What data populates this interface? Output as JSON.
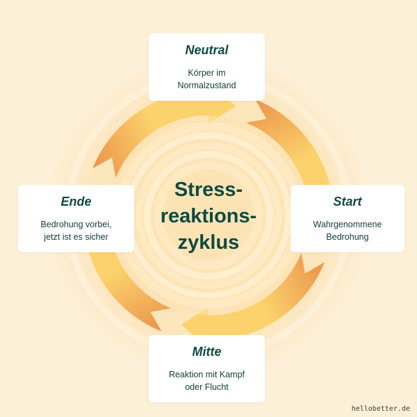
{
  "center": {
    "lines": [
      "Stress-",
      "reaktions-",
      "zyklus"
    ]
  },
  "stages": {
    "neutral": {
      "title": "Neutral",
      "lines": [
        "Körper im",
        "Normalzustand"
      ]
    },
    "start": {
      "title": "Start",
      "lines": [
        "Wahrgenommene",
        "Bedrohung"
      ]
    },
    "mitte": {
      "title": "Mitte",
      "lines": [
        "Reaktion mit Kampf",
        "oder Flucht"
      ]
    },
    "ende": {
      "title": "Ende",
      "lines": [
        "Bedrohung vorbei,",
        "jetzt ist es sicher"
      ]
    }
  },
  "credit": "hellobetter.de",
  "colors": {
    "background": "#fdf0d8",
    "glow": "#fbe2b2",
    "arrow_light": "#fbd26c",
    "arrow_dark": "#ed9a4e",
    "text": "#0d4a42"
  }
}
